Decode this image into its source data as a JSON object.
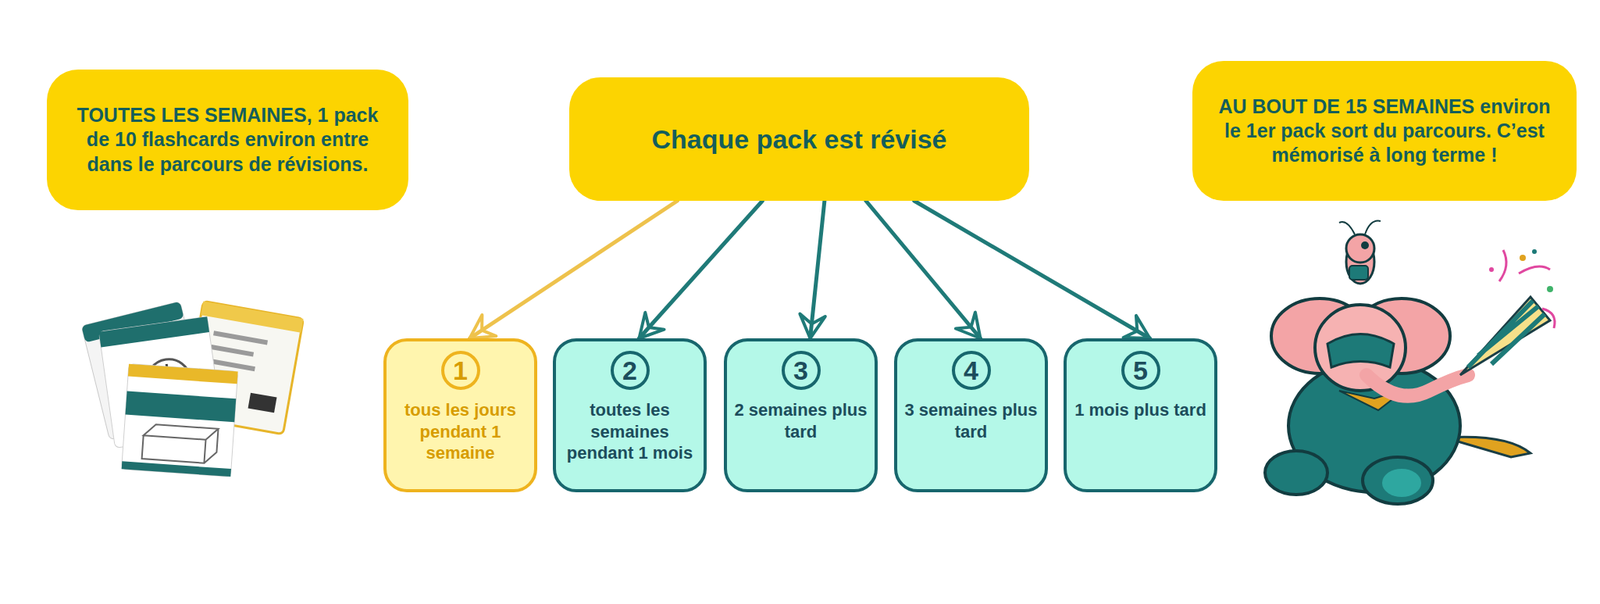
{
  "diagram": {
    "nodes": [
      {
        "text": [
          "TOUTES LES SEMAINES, 1 pack de 10 flashcards environ entre dans le parcours de révisions."
        ]
      },
      {
        "text": [
          "Chaque pack est révisé"
        ]
      },
      {
        "text": [
          "AU BOUT DE 15 SEMAINES environ le 1er pack sort du parcours. C’est mémorisé à long terme !"
        ]
      },
      {
        "text": [
          "tous les jours pendant 1 semaine"
        ]
      },
      {
        "text": [
          "1"
        ],
        "in": 3
      },
      {
        "text": [
          "toutes les semaines pendant 1 mois"
        ]
      },
      {
        "text": [
          "2"
        ],
        "in": 5
      },
      {
        "text": [
          "2 semaines plus tard"
        ]
      },
      {
        "text": [
          "3"
        ],
        "in": 7
      },
      {
        "text": [
          "3 semaines plus tard"
        ]
      },
      {
        "text": [
          "4"
        ],
        "in": 9
      },
      {
        "text": [
          "1 mois plus tard"
        ]
      },
      {
        "text": [
          "5"
        ],
        "in": 11
      }
    ],
    "edges": [
      {
        "from": 1,
        "to": 3,
        "arrow": "to"
      },
      {
        "from": 1,
        "to": 5,
        "arrow": "to"
      },
      {
        "from": 1,
        "to": 7,
        "arrow": "to"
      },
      {
        "from": 1,
        "to": 9,
        "arrow": "to"
      },
      {
        "from": 1,
        "to": 11,
        "arrow": "to"
      }
    ]
  }
}
